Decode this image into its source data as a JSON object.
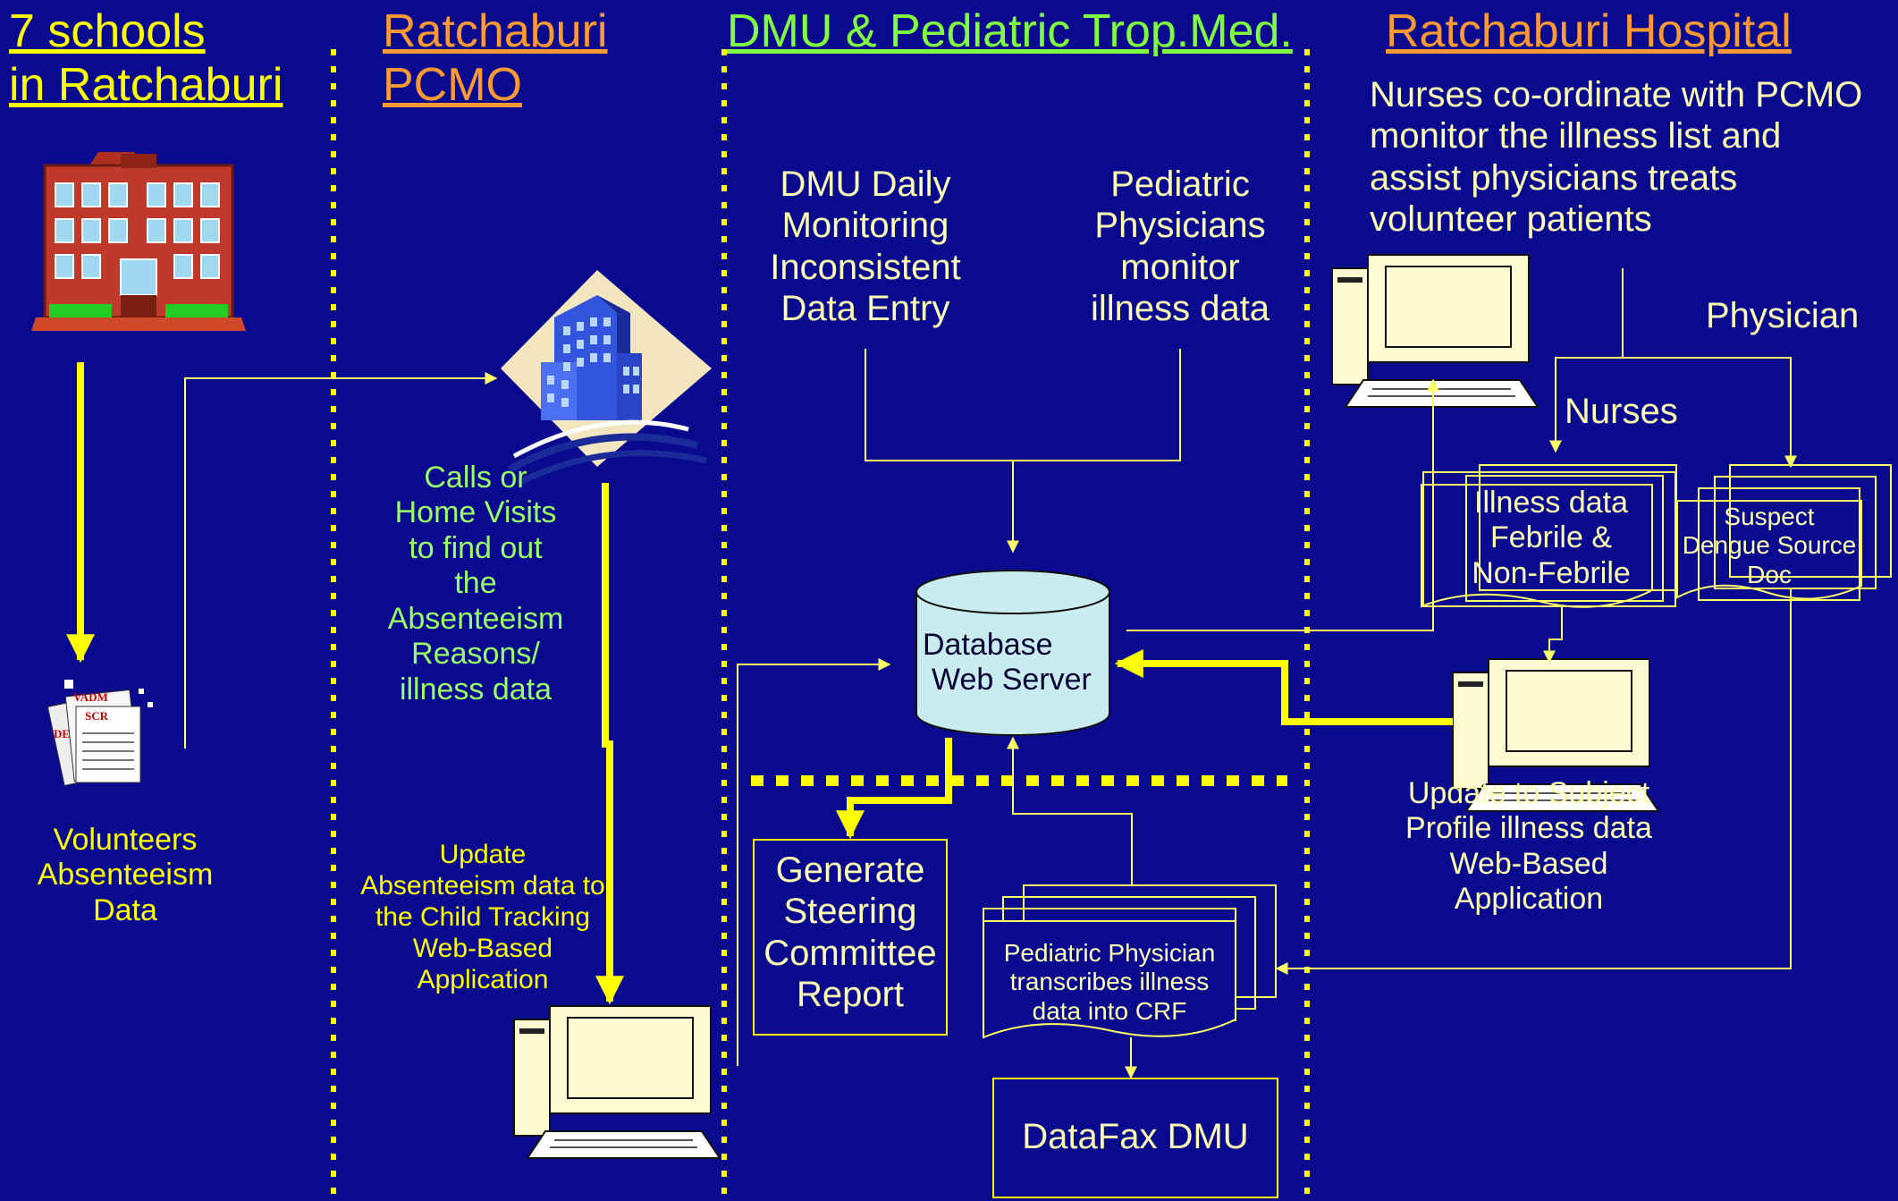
{
  "columns": {
    "schools": {
      "line1": "7 schools",
      "line2": "in Ratchaburi"
    },
    "pcmo": {
      "line1": "Ratchaburi",
      "line2": "PCMO"
    },
    "dmu": {
      "title": "DMU & Pediatric Trop.Med."
    },
    "hospital": {
      "title": "Ratchaburi Hospital"
    }
  },
  "hospital_note": {
    "line1": "Nurses co-ordinate with PCMO",
    "line2": "monitor the illness list and",
    "line3": "assist physicians treats",
    "line4": "volunteer patients"
  },
  "dmu_daily": {
    "line1": "DMU Daily",
    "line2": "Monitoring",
    "line3": "Inconsistent",
    "line4": "Data Entry"
  },
  "pediatric_physicians": {
    "line1": "Pediatric",
    "line2": "Physicians",
    "line3": "monitor",
    "line4": "illness data"
  },
  "physician_label": "Physician",
  "nurses_label": "Nurses",
  "illness_doc": {
    "line1": "Illness data",
    "line2": "Febrile &",
    "line3": "Non-Febrile"
  },
  "dengue_doc": {
    "line1": "Suspect",
    "line2": "Dengue Source",
    "line3": "Doc"
  },
  "database": {
    "line1": "Database",
    "line2": "Web Server"
  },
  "calls": {
    "line1": "Calls or",
    "line2": "Home Visits",
    "line3": "to find out",
    "line4": "the",
    "line5": "Absenteeism",
    "line6": "Reasons/",
    "line7": "illness data"
  },
  "volunteers": {
    "line1": "Volunteers",
    "line2": "Absenteeism",
    "line3": "Data"
  },
  "update_absent": {
    "line1": "Update",
    "line2": "Absenteeism data to",
    "line3": "the Child Tracking",
    "line4": "Web-Based",
    "line5": "Application"
  },
  "steering": {
    "line1": "Generate",
    "line2": "Steering",
    "line3": "Committee",
    "line4": "Report"
  },
  "crf_doc": {
    "line1": "Pediatric Physician",
    "line2": "transcribes illness",
    "line3": "data into CRF"
  },
  "datafax": "DataFax DMU",
  "update_subject": {
    "line1": "Update to Subject",
    "line2": "Profile illness data",
    "line3": "Web-Based",
    "line4": "Application"
  },
  "form_labels": {
    "vadm": "VADM",
    "scr": "SCR",
    "de": "DE"
  },
  "colors": {
    "background": "#0a0a8e",
    "arrow_yellow": "#ffff00",
    "connector": "#ffff66",
    "heading_orange": "#ff9933",
    "heading_green": "#80ff40"
  }
}
